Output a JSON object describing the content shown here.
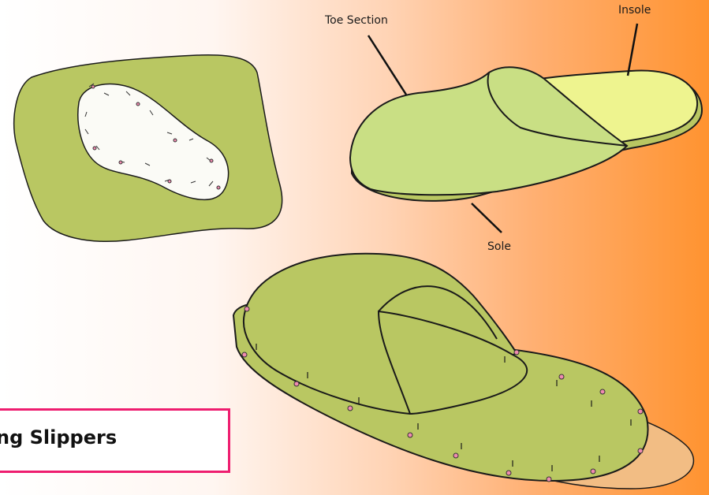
{
  "labels": {
    "toe_section": "Toe Section",
    "insole": "Insole",
    "sole": "Sole"
  },
  "title_text": "ng Slippers",
  "colors": {
    "felt_green": "#b9c762",
    "toe_green": "#c9df84",
    "insole_yellow": "#eef48f",
    "paper_white": "#fbfbf6",
    "sole_tan": "#f2bd84",
    "pin_pink": "#f08bb0",
    "title_border": "#ee1d6f"
  },
  "icons": [
    "pin-icon"
  ]
}
